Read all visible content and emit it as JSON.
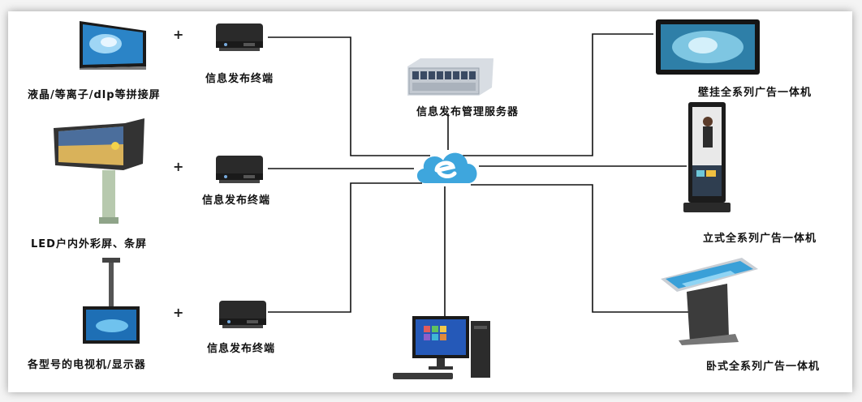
{
  "left": {
    "screen1_label": "液晶/等离子/dlp等拼接屏",
    "screen2_label": "LED户内外彩屏、条屏",
    "screen3_label": "各型号的电视机/显示器",
    "plus": "+"
  },
  "terminals": {
    "t1_label": "信息发布终端",
    "t2_label": "信息发布终端",
    "t3_label": "信息发布终端"
  },
  "center": {
    "server_label": "信息发布管理服务器"
  },
  "right": {
    "r1_label": "壁挂全系列广告一体机",
    "r2_label": "立式全系列广告一体机",
    "r3_label": "卧式全系列广告一体机"
  },
  "colors": {
    "line": "#111111",
    "cloud": "#3ea6dd",
    "screen_blue": "#1e6fb5"
  }
}
